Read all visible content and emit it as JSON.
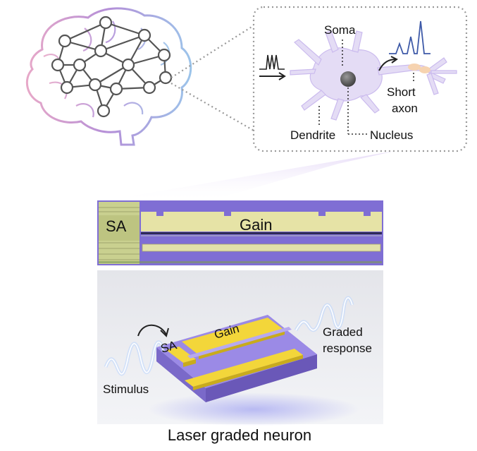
{
  "neuron_inset": {
    "soma": "Soma",
    "dendrite": "Dendrite",
    "nucleus": "Nucleus",
    "short": "Short",
    "axon": "axon"
  },
  "micrograph": {
    "sa": "SA",
    "gain": "Gain"
  },
  "device": {
    "sa": "SA",
    "gain": "Gain",
    "graded": "Graded",
    "response": "response",
    "stimulus": "Stimulus"
  },
  "caption": "Laser graded neuron",
  "colors": {
    "brain_pink": "#e7a8c8",
    "brain_purple": "#b48fd8",
    "brain_blue": "#9cc4ea",
    "chip_purple": "#8f78d8",
    "gold": "#f3d63a",
    "wave": "#cfe3ff"
  }
}
